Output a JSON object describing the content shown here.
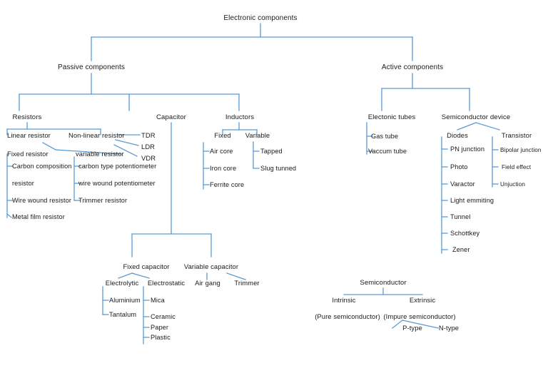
{
  "diagram": {
    "title": "Electronic components",
    "type": "hierarchy-tree",
    "line_color": "#5B9BD5",
    "text_color": "#1a1a1a",
    "background": "#ffffff",
    "nodes": {
      "root": "Electronic components",
      "passive": "Passive components",
      "active": "Active components",
      "resistors": "Resistors",
      "capacitor": "Capacitor",
      "inductors": "Inductors",
      "linear_resistor": "Linear resistor",
      "nonlinear_resistor": "Non-linear resistor",
      "tdr": "TDR",
      "ldr": "LDR",
      "vdr": "VDR",
      "fixed_resistor": "Fixed resistor",
      "variable_resistor": "variable resistor",
      "carbon_composition": "Carbon composition",
      "carbon_composition_2": "resistor",
      "wire_wound_resistor": "Wire wound resistor",
      "metal_film_resistor": "Metal film resistor",
      "carbon_type_potentiometer": "carbon type potentiometer",
      "wire_wound_potentiometer": "wire wound potentiometer",
      "trimmer_resistor": "Trimmer resistor",
      "ind_fixed": "Fixed",
      "ind_variable": "Variable",
      "air_core": "Air core",
      "iron_core": "Iron core",
      "ferrite_core": "Ferrite core",
      "tapped": "Tapped",
      "slug_tunned": "Slug tunned",
      "electonic_tubes": "Electonic tubes",
      "gas_tube": "Gas  tube",
      "vaccum_tube": "Vaccum tube",
      "semiconductor_device": "Semiconductor device",
      "diodes": "Diodes",
      "transistor": "Transistor",
      "pn_junction": "PN junction",
      "photo": "Photo",
      "varactor": "Varactor",
      "light_emmiting": "Light emmiting",
      "tunnel": "Tunnel",
      "schottkey": "Schottkey",
      "zener": "Zener",
      "bipolar_junction": "Bipolar junction",
      "field_effect": "Field effect",
      "unjuction": "Unjuction",
      "fixed_capacitor": "Fixed capacitor",
      "variable_capacitor": "Variable capacitor",
      "electrolytic": "Electrolytic",
      "electrostatic": "Electrostatic",
      "air_gang": "Air gang",
      "cap_trimmer": "Trimmer",
      "aluminium": "Aluminium",
      "tantalum": "Tantalum",
      "mica": "Mica",
      "ceramic": "Ceramic",
      "paper": "Paper",
      "plastic": "Plastic",
      "semiconductor": "Semiconductor",
      "intrinsic": "Intrinsic",
      "extrinsic": "Extrinsic",
      "pure_semiconductor": "(Pure semiconductor)",
      "impure_semiconductor": "(Impure semiconductor)",
      "p_type": "P-type",
      "n_type": "N-type"
    }
  }
}
